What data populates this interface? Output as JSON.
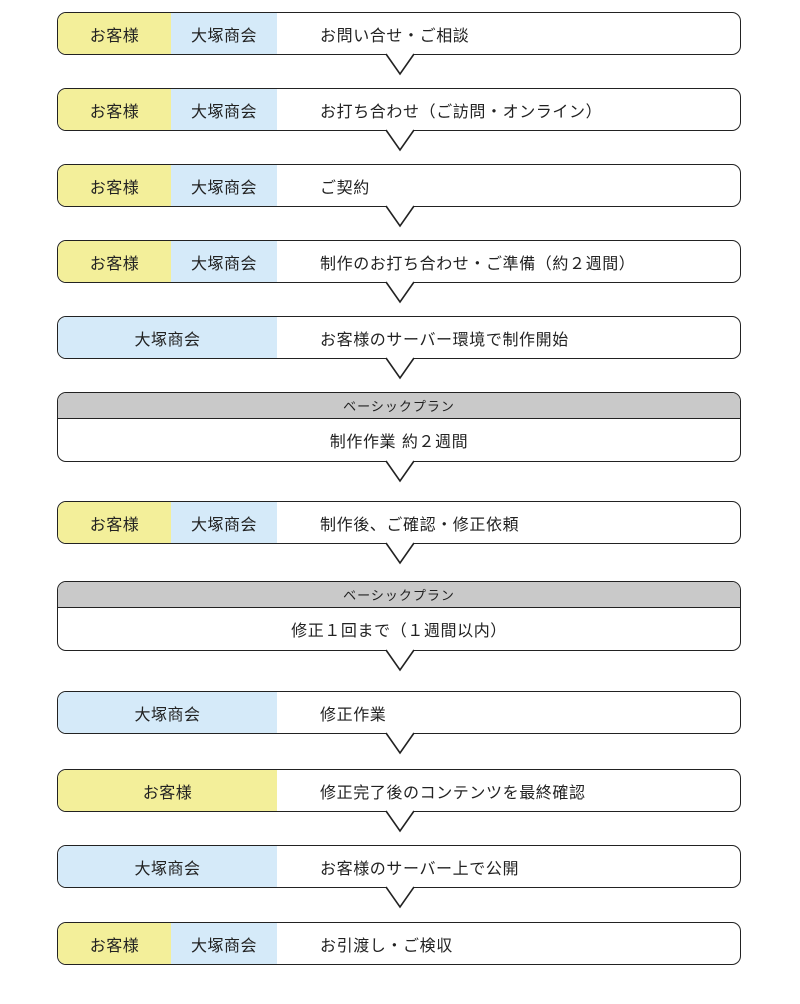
{
  "tags": {
    "customer": "お客様",
    "company": "大塚商会"
  },
  "steps": [
    {
      "type": "both",
      "label": "お問い合せ・ご相談"
    },
    {
      "type": "both",
      "label": "お打ち合わせ（ご訪問・オンライン）"
    },
    {
      "type": "both",
      "label": "ご契約"
    },
    {
      "type": "both",
      "label": "制作のお打ち合わせ・ご準備（約２週間）"
    },
    {
      "type": "company",
      "label": "お客様のサーバー環境で制作開始"
    },
    {
      "type": "plan",
      "header": "ベーシックプラン",
      "label": "制作作業 約２週間"
    },
    {
      "type": "both",
      "label": "制作後、ご確認・修正依頼"
    },
    {
      "type": "plan",
      "header": "ベーシックプラン",
      "label": "修正１回まで（１週間以内）"
    },
    {
      "type": "company",
      "label": "修正作業"
    },
    {
      "type": "customer",
      "label": "修正完了後のコンテンツを最終確認"
    },
    {
      "type": "company",
      "label": "お客様のサーバー上で公開"
    },
    {
      "type": "both",
      "label": "お引渡し・ご検収"
    }
  ]
}
